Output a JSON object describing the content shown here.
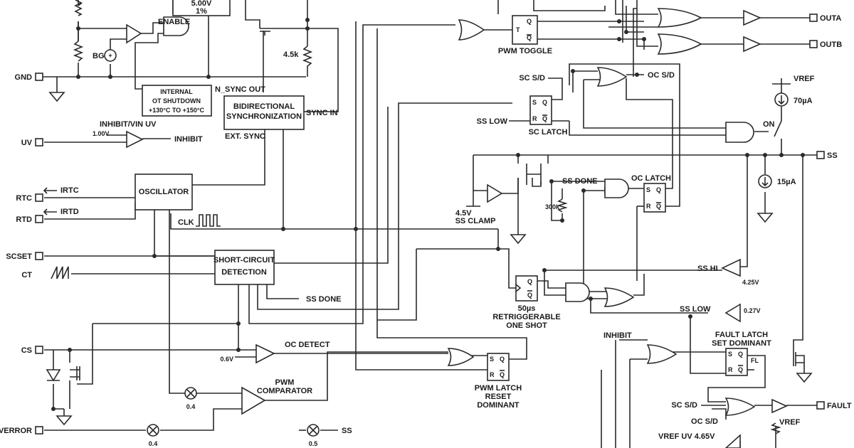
{
  "pins": {
    "gnd": "GND",
    "uv": "UV",
    "rtc": "RTC",
    "rtd": "RTD",
    "scset": "SCSET",
    "ct": "CT",
    "cs": "CS",
    "verror": "VERROR",
    "outa": "OUTA",
    "outb": "OUTB",
    "ss": "SS",
    "fault": "FAULT"
  },
  "blocks": {
    "ref_value": "5.00V",
    "ref_tol": "1%",
    "enable": "ENABLE",
    "bg": "BG",
    "ot_line1": "INTERNAL",
    "ot_line2": "OT SHUTDOWN",
    "ot_line3": "+130°C TO +150°C",
    "n_sync_out": "N_SYNC OUT",
    "sync_line1": "BIDIRECTIONAL",
    "sync_line2": "SYNCHRONIZATION",
    "sync_in": "SYNC IN",
    "ext_sync": "EXT. SYNC",
    "r45k": "4.5k",
    "inhibit_uv": "INHIBIT/VIN UV",
    "v100": "1.00V",
    "inhibit": "INHIBIT",
    "oscillator": "OSCILLATOR",
    "irtc": "IRTC",
    "irtd": "IRTD",
    "clk": "CLK",
    "sc_line1": "SHORT-CIRCUIT",
    "sc_line2": "DETECTION",
    "ss_done": "SS DONE",
    "oc_detect": "OC DETECT",
    "v06": "0.6V",
    "pwm_comp1": "PWM",
    "pwm_comp2": "COMPARATOR",
    "g04a": "0.4",
    "g04b": "0.4",
    "g05": "0.5",
    "ss_small": "SS",
    "pwm_toggle": "PWM TOGGLE",
    "ff_t": "T",
    "ff_q": "Q",
    "ff_qb": "Q",
    "sc_sd": "SC S/D",
    "oc_sd": "OC S/D",
    "ss_low": "SS LOW",
    "sc_latch": "SC LATCH",
    "ff_s": "S",
    "ff_r": "R",
    "vref": "VREF",
    "i70": "70µA",
    "on": "ON",
    "i15": "15µA",
    "ss_done2": "SS DONE",
    "oc_latch": "OC LATCH",
    "r300k": "300k",
    "v45": "4.5V",
    "ss_clamp": "SS CLAMP",
    "ss_hi": "SS HI",
    "v425": "4.25V",
    "one_shot1": "50µs",
    "one_shot2": "RETRIGGERABLE",
    "one_shot3": "ONE SHOT",
    "ss_low2": "SS LOW",
    "v027": "0.27V",
    "fault_latch1": "FAULT LATCH",
    "fault_latch2": "SET DOMINANT",
    "fl": "FL",
    "inhibit2": "INHIBIT",
    "pwm_latch1": "PWM LATCH",
    "pwm_latch2": "RESET",
    "pwm_latch3": "DOMINANT",
    "sc_sd2": "SC S/D",
    "oc_sd2": "OC S/D",
    "vref_uv": "VREF UV 4.65V",
    "vref2": "VREF"
  },
  "colors": {
    "ink": "#2a2a2a",
    "background": "#ffffff"
  }
}
